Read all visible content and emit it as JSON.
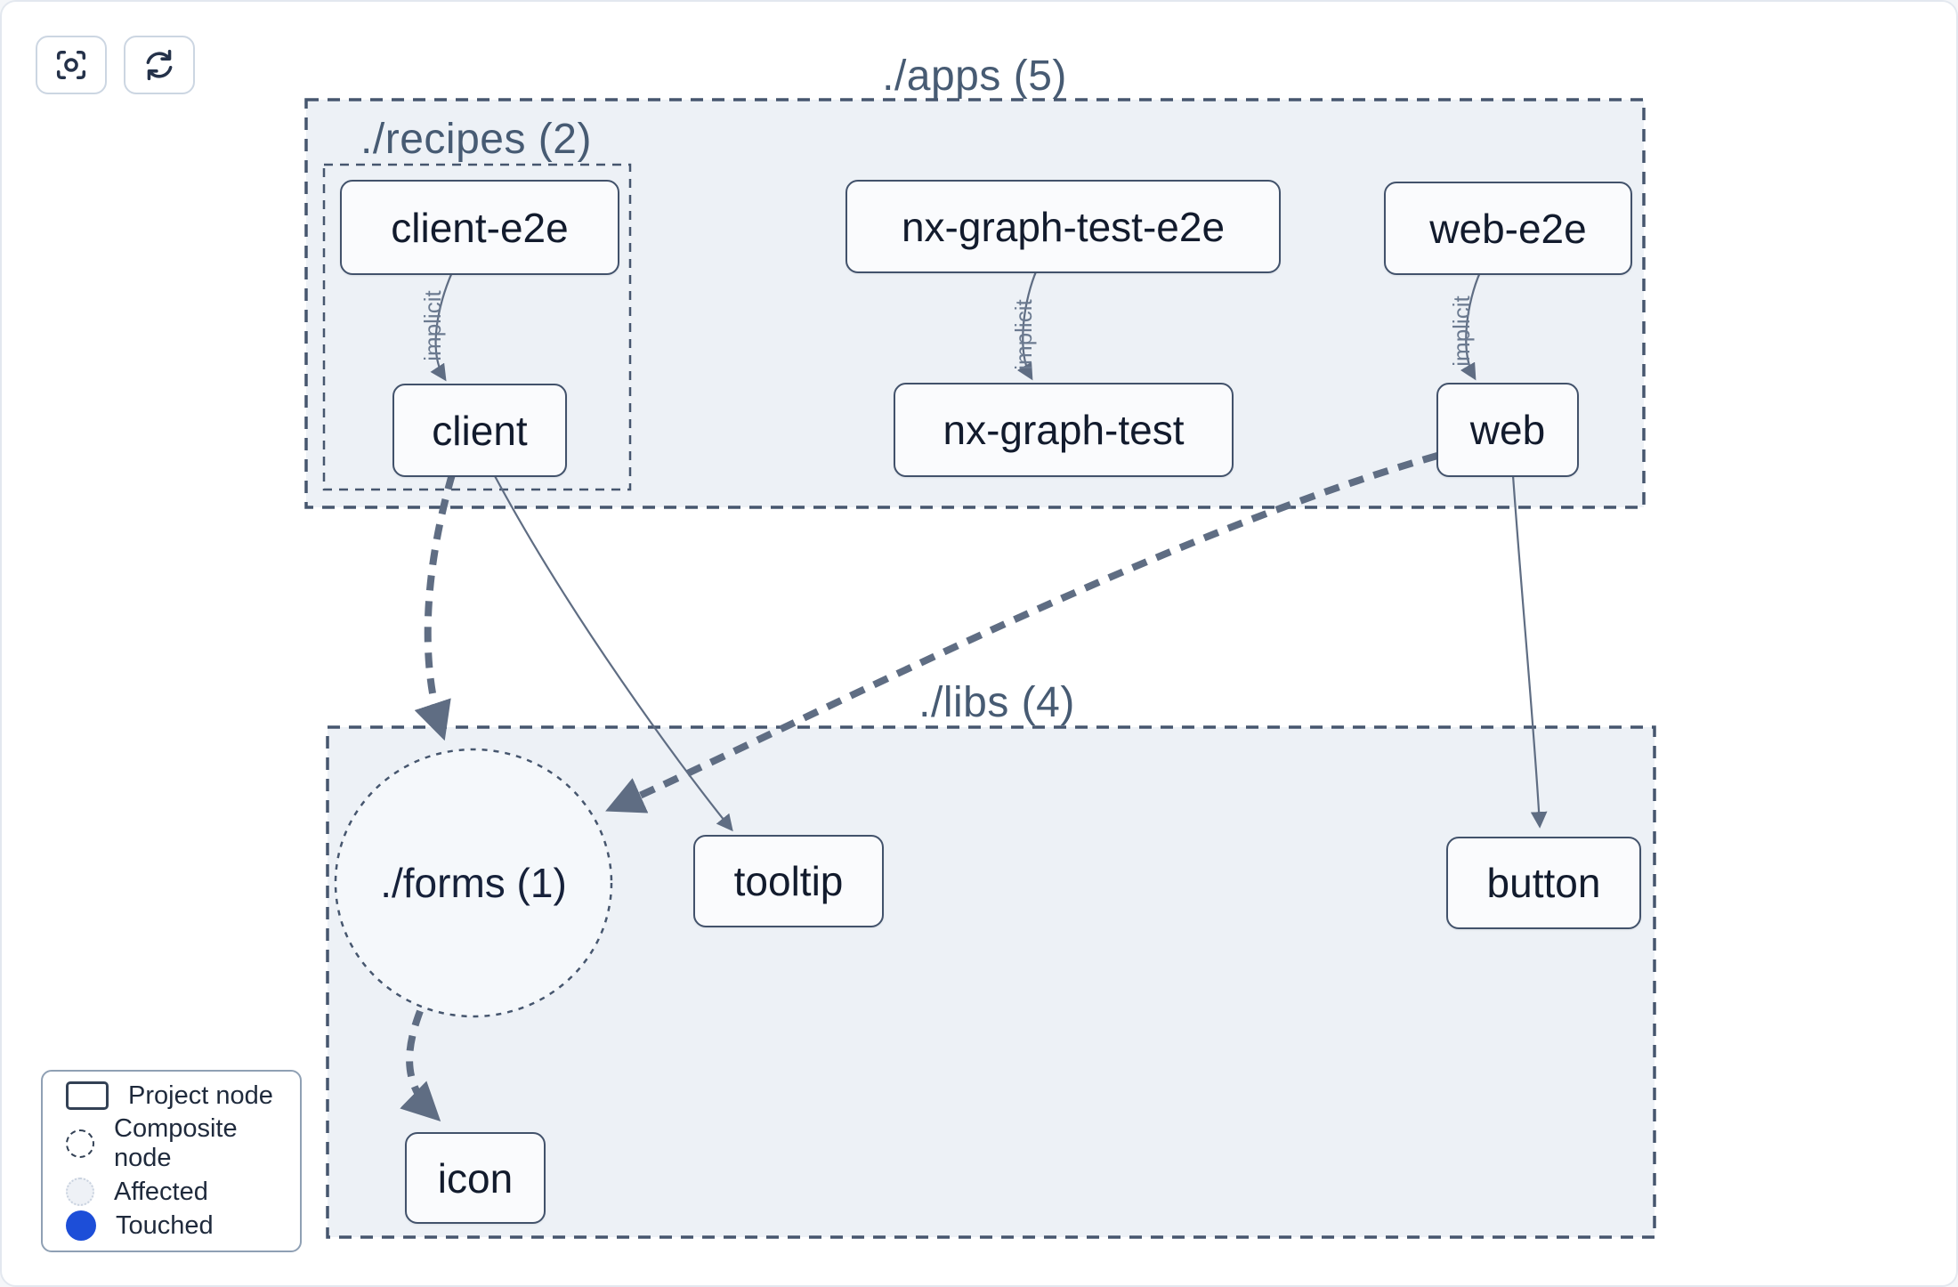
{
  "toolbar": {
    "buttons": [
      {
        "name": "center-graph",
        "icon": "focus-icon"
      },
      {
        "name": "refresh-graph",
        "icon": "refresh-icon"
      }
    ]
  },
  "graph": {
    "clusters": [
      {
        "id": "apps",
        "label": "./apps (5)"
      },
      {
        "id": "recipes",
        "label": "./recipes (2)"
      },
      {
        "id": "libs",
        "label": "./libs (4)"
      }
    ],
    "composite_nodes": [
      {
        "id": "forms",
        "label": "./forms (1)"
      }
    ],
    "nodes": [
      {
        "id": "client-e2e",
        "label": "client-e2e",
        "cluster": "recipes"
      },
      {
        "id": "client",
        "label": "client",
        "cluster": "recipes"
      },
      {
        "id": "nx-graph-test-e2e",
        "label": "nx-graph-test-e2e",
        "cluster": "apps"
      },
      {
        "id": "nx-graph-test",
        "label": "nx-graph-test",
        "cluster": "apps"
      },
      {
        "id": "web-e2e",
        "label": "web-e2e",
        "cluster": "apps"
      },
      {
        "id": "web",
        "label": "web",
        "cluster": "apps"
      },
      {
        "id": "tooltip",
        "label": "tooltip",
        "cluster": "libs"
      },
      {
        "id": "button",
        "label": "button",
        "cluster": "libs"
      },
      {
        "id": "icon",
        "label": "icon",
        "cluster": "libs"
      }
    ],
    "edges": [
      {
        "source": "client-e2e",
        "target": "client",
        "label": "implicit",
        "style": "implicit"
      },
      {
        "source": "nx-graph-test-e2e",
        "target": "nx-graph-test",
        "label": "implicit",
        "style": "implicit"
      },
      {
        "source": "web-e2e",
        "target": "web",
        "label": "implicit",
        "style": "implicit"
      },
      {
        "source": "client",
        "target": "./forms (1)",
        "label": "",
        "style": "to-composite"
      },
      {
        "source": "client",
        "target": "tooltip",
        "label": "",
        "style": "direct"
      },
      {
        "source": "web",
        "target": "./forms (1)",
        "label": "",
        "style": "to-composite"
      },
      {
        "source": "web",
        "target": "button",
        "label": "",
        "style": "direct"
      },
      {
        "source": "./forms (1)",
        "target": "icon",
        "label": "",
        "style": "to-composite"
      }
    ]
  },
  "legend": {
    "items": [
      {
        "label": "Project node",
        "type": "project"
      },
      {
        "label": "Composite node",
        "type": "composite"
      },
      {
        "label": "Affected",
        "type": "affected"
      },
      {
        "label": "Touched",
        "type": "touched"
      }
    ]
  },
  "colors": {
    "touched_blue": "#1d4ed8",
    "edge": "#5f6d83",
    "cluster_border": "#46566e",
    "cluster_bg": "#edf1f6",
    "composite_bg": "#f5f8fb",
    "node_border": "#42526b",
    "node_bg": "#fafbfd"
  }
}
